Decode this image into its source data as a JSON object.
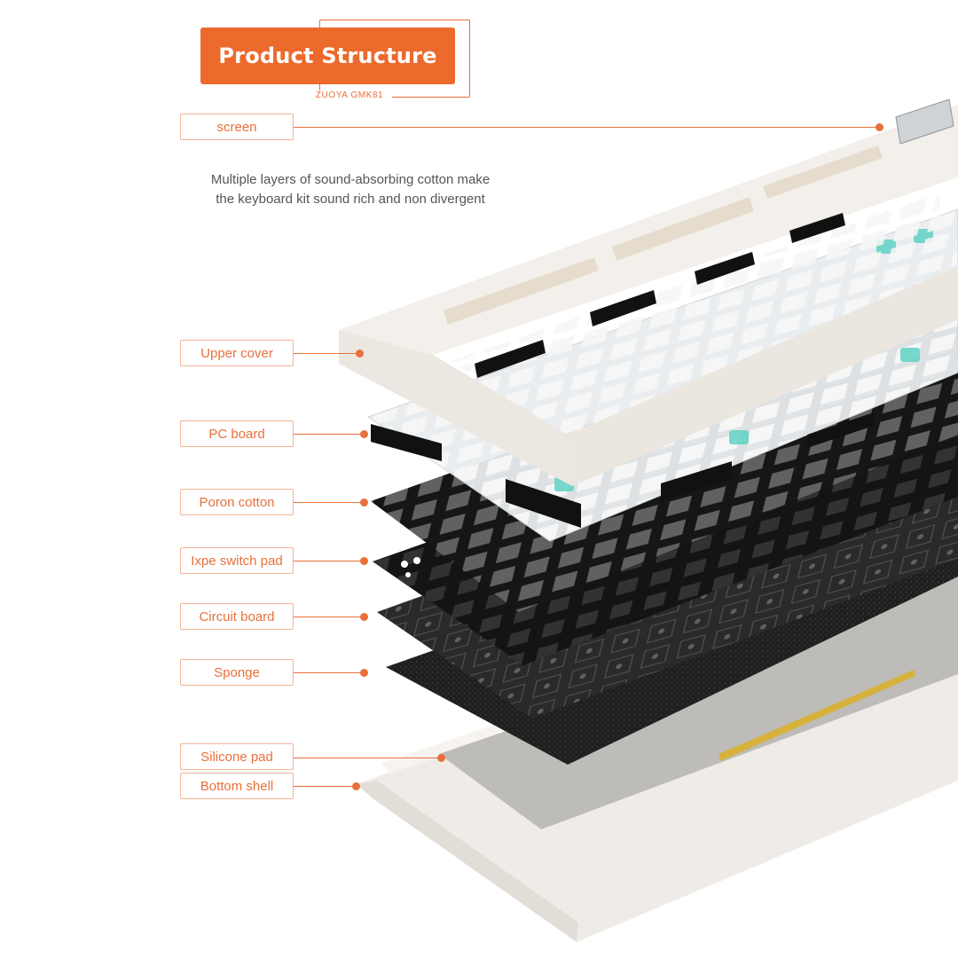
{
  "header": {
    "title": "Product Structure",
    "subtitle": "ZUOYA GMK81"
  },
  "description": {
    "line1": "Multiple layers of sound-absorbing cotton make",
    "line2": "the keyboard kit sound rich and non divergent"
  },
  "colors": {
    "accent": "#ec6a2c",
    "label_border": "#f0b595",
    "text_gray": "#555555"
  },
  "layers": [
    {
      "label": "screen"
    },
    {
      "label": "Upper cover"
    },
    {
      "label": "PC board"
    },
    {
      "label": "Poron cotton"
    },
    {
      "label": "Ixpe switch pad"
    },
    {
      "label": "Circuit board"
    },
    {
      "label": "Sponge"
    },
    {
      "label": "Silicone pad"
    },
    {
      "label": "Bottom shell"
    }
  ]
}
